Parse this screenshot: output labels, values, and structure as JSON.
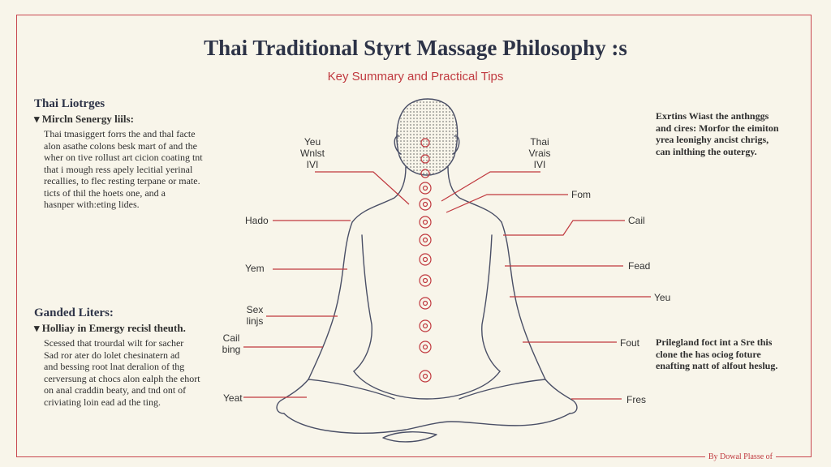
{
  "header": {
    "title": "Thai Traditional Styrt Massage Philosophy :s",
    "subtitle": "Key Summary and Practical Tips"
  },
  "left_top": {
    "heading": "Thai Liotrges",
    "subheading": "Mircln Senergy liils:",
    "lines": [
      "Thai tmasiggert forrs the and thal facte",
      "alon asathe colons besk mart of and the",
      "wher on tive rollust art cicion coating tnt",
      "that i mough ress apely lecitial yerinal",
      "recallies, to flec resting terpane or mate.",
      "ticts of thil the hoets one, and a",
      "hasnper with:eting lides."
    ]
  },
  "left_bottom": {
    "heading": "Ganded Liters:",
    "subheading": "Holliay in Emergy recisl theuth.",
    "lines": [
      "Scessed that trourdal wilt for sacher",
      "Sad ror ater do lolet chesinatern ad",
      "and bessing root lnat deralion of thg",
      "cerversung at chocs alon ealph the ehort",
      "on anal craddin beaty, and tnd ont of",
      "criviating loin ead ad the ting."
    ]
  },
  "right_top": {
    "lines": [
      "Exrtins Wiast the anthnggs",
      "and cires: Morfor the eimiton",
      "yrea leonighy ancist chrigs,",
      "can inlthing the outergy."
    ]
  },
  "right_bottom": {
    "lines": [
      "Prilegland foct int a Sre this",
      "clone the has ociog foture",
      "enafting natt of alfout heslug."
    ]
  },
  "labels": {
    "you_wind": [
      "Yeu",
      "Wnlst",
      "IVI"
    ],
    "thai_vrais": [
      "Thai",
      "Vrais",
      "IVI"
    ],
    "fom": "Fom",
    "hado": "Hado",
    "cail": "Cail",
    "yem": "Yem",
    "fead": "Fead",
    "sex_linjs": [
      "Sex",
      "linjs"
    ],
    "yeu": "Yeu",
    "cail_bing": [
      "Cail",
      "bing"
    ],
    "fout": "Fout",
    "yeat": "Yeat",
    "fres": "Fres"
  },
  "credit": "By Dowal Plasse of",
  "colors": {
    "accent": "#c0393f",
    "frame": "#c8474f",
    "ink": "#4a4f66",
    "background": "#f8f5ea"
  }
}
